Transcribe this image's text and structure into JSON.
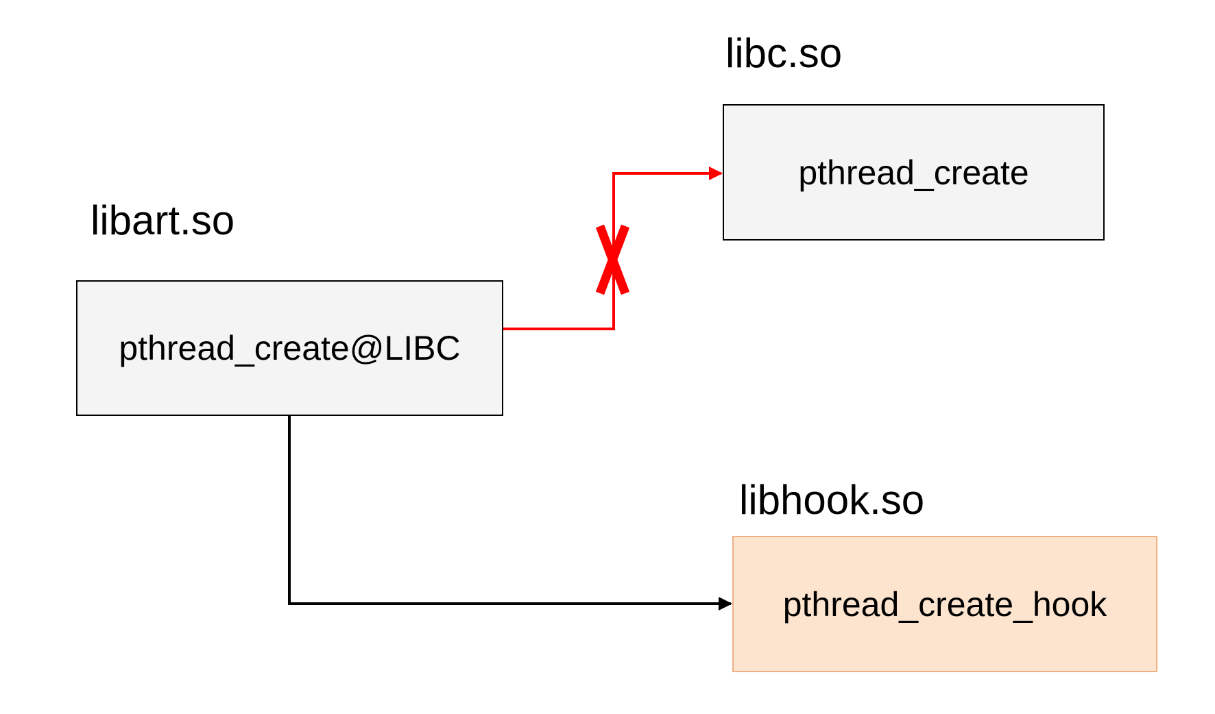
{
  "labels": {
    "libart": "libart.so",
    "libc": "libc.so",
    "libhook": "libhook.so"
  },
  "boxes": {
    "libart": "pthread_create@LIBC",
    "libc": "pthread_create",
    "libhook": "pthread_create_hook"
  },
  "colors": {
    "blocked_path": "#ff0000",
    "active_path": "#000000",
    "box_fill": "#f4f4f4",
    "hook_fill": "#fce4cf",
    "hook_border": "#f1b084"
  }
}
